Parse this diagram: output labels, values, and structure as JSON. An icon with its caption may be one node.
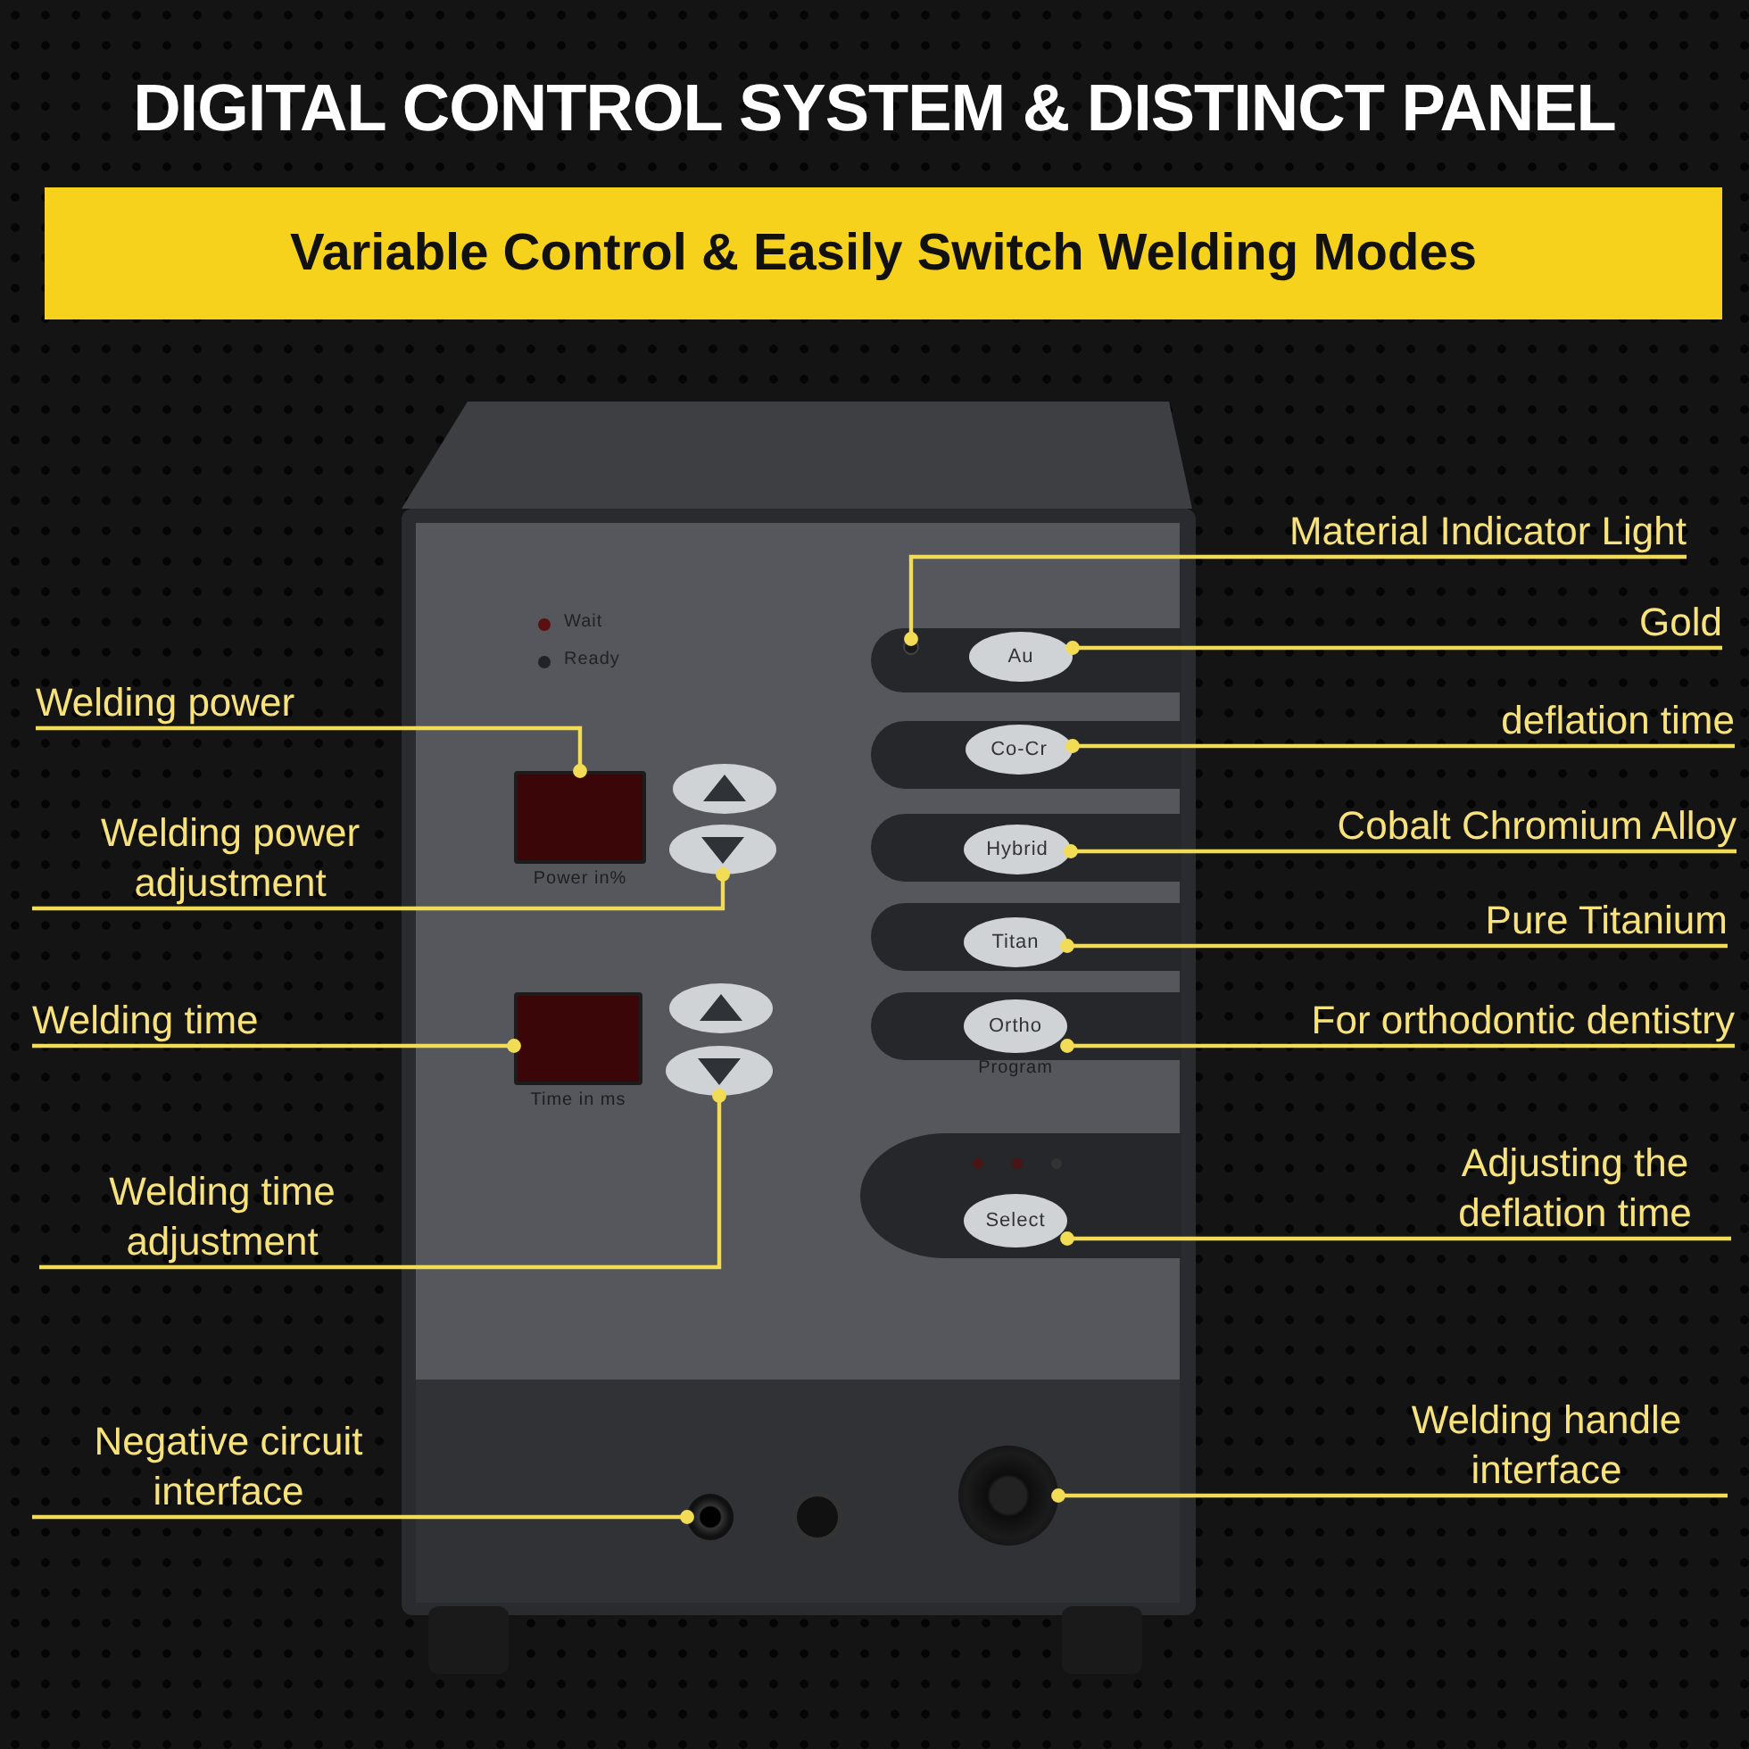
{
  "diagram": {
    "title": "DIGITAL CONTROL SYSTEM & DISTINCT PANEL",
    "nodes": [
      {
        "text": [
          "Variable Control & Easily Switch Welding Modes"
        ]
      },
      {
        "text": [],
        "shape": "picture"
      },
      {
        "text": [
          "Welding power"
        ]
      },
      {
        "text": [
          "Welding power adjustment"
        ]
      },
      {
        "text": [
          "Welding time"
        ]
      },
      {
        "text": [
          "Welding time adjustment"
        ]
      },
      {
        "text": [
          "Negative circuit interface"
        ]
      },
      {
        "text": [
          "Material Indicator Light"
        ]
      },
      {
        "text": [
          "Gold"
        ]
      },
      {
        "text": [
          "deflation time"
        ]
      },
      {
        "text": [
          "Cobalt Chromium Alloy"
        ]
      },
      {
        "text": [
          "Pure Titanium"
        ]
      },
      {
        "text": [
          "For orthodontic dentistry"
        ]
      },
      {
        "text": [
          "Adjusting the deflation time"
        ]
      },
      {
        "text": [
          "Welding handle interface"
        ]
      },
      {
        "text": [],
        "shape": "box",
        "in": 1,
        "beside": [
          "Power in%"
        ]
      },
      {
        "text": [],
        "shape": "ellipse",
        "in": 1
      },
      {
        "text": [],
        "shape": "box",
        "in": 1,
        "beside": [
          "Time in ms"
        ]
      },
      {
        "text": [],
        "shape": "ellipse",
        "in": 1
      },
      {
        "text": [],
        "shape": "circle",
        "in": 1
      },
      {
        "text": [],
        "shape": "circle",
        "in": 1
      },
      {
        "text": [
          "Au"
        ],
        "in": 1
      },
      {
        "text": [
          "Co-Cr"
        ],
        "in": 1
      },
      {
        "text": [
          "Hybrid"
        ],
        "in": 1
      },
      {
        "text": [
          "Titan"
        ],
        "in": 1
      },
      {
        "text": [
          "Ortho"
        ],
        "in": 1,
        "beside": [
          "Program"
        ]
      },
      {
        "text": [
          "Select"
        ],
        "in": 1
      },
      {
        "text": [],
        "shape": "circle",
        "in": 1
      }
    ],
    "edges": [
      {
        "from": 2,
        "to": 15,
        "arrow": "other"
      },
      {
        "from": 3,
        "to": 16,
        "arrow": "other"
      },
      {
        "from": 4,
        "to": 17,
        "arrow": "other"
      },
      {
        "from": 5,
        "to": 18,
        "arrow": "other"
      },
      {
        "from": 6,
        "to": 19,
        "arrow": "other"
      },
      {
        "from": 7,
        "to": 20,
        "arrow": "other"
      },
      {
        "from": 8,
        "to": 21,
        "arrow": "other"
      },
      {
        "from": 9,
        "to": 22,
        "arrow": "other"
      },
      {
        "from": 10,
        "to": 23,
        "arrow": "other"
      },
      {
        "from": 11,
        "to": 24,
        "arrow": "other"
      },
      {
        "from": 12,
        "to": 25,
        "arrow": "other"
      },
      {
        "from": 13,
        "to": 26,
        "arrow": "other"
      },
      {
        "from": 14,
        "to": 27,
        "arrow": "other"
      }
    ],
    "labels": [
      "Wait",
      "Ready"
    ]
  }
}
